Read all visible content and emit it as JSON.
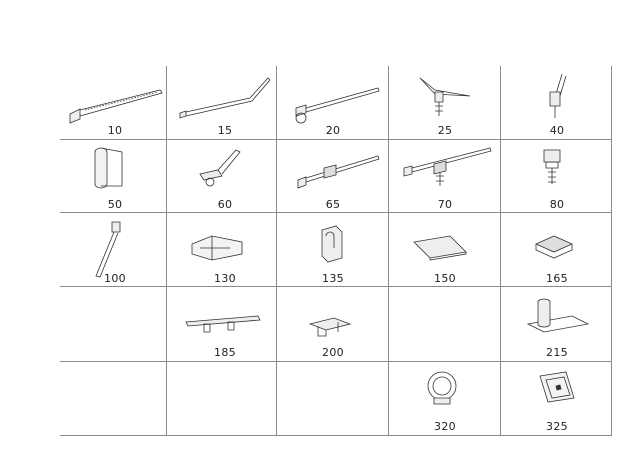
{
  "catalog": {
    "rows": [
      [
        {
          "label": "10",
          "icon": "cable-tie-icon"
        },
        {
          "label": "15",
          "icon": "bent-cable-tie-icon"
        },
        {
          "label": "20",
          "icon": "cable-tie-with-clamp-icon"
        },
        {
          "label": "25",
          "icon": "push-mount-tie-icon"
        },
        {
          "label": "40",
          "icon": "edge-clip-tie-icon"
        }
      ],
      [
        {
          "label": "50",
          "icon": "tape-roll-icon"
        },
        {
          "label": "60",
          "icon": "angled-clip-icon"
        },
        {
          "label": "65",
          "icon": "tie-with-edge-clip-icon"
        },
        {
          "label": "70",
          "icon": "tie-with-fir-tree-mount-icon"
        },
        {
          "label": "80",
          "icon": "fir-tree-clip-icon"
        }
      ],
      [
        {
          "label": "100",
          "icon": "strap-with-clip-icon"
        },
        {
          "label": "130",
          "icon": "bracket-clip-icon"
        },
        {
          "label": "135",
          "icon": "spring-clip-icon"
        },
        {
          "label": "150",
          "icon": "flat-pad-icon"
        },
        {
          "label": "165",
          "icon": "square-mount-icon"
        }
      ],
      [
        {
          "label": "",
          "icon": ""
        },
        {
          "label": "185",
          "icon": "rail-clip-icon"
        },
        {
          "label": "200",
          "icon": "mount-bracket-icon"
        },
        {
          "label": "",
          "icon": ""
        },
        {
          "label": "215",
          "icon": "cylinder-mount-icon"
        }
      ],
      [
        {
          "label": "",
          "icon": ""
        },
        {
          "label": "",
          "icon": ""
        },
        {
          "label": "",
          "icon": ""
        },
        {
          "label": "320",
          "icon": "ring-clamp-icon"
        },
        {
          "label": "325",
          "icon": "locking-clip-icon"
        }
      ]
    ]
  }
}
